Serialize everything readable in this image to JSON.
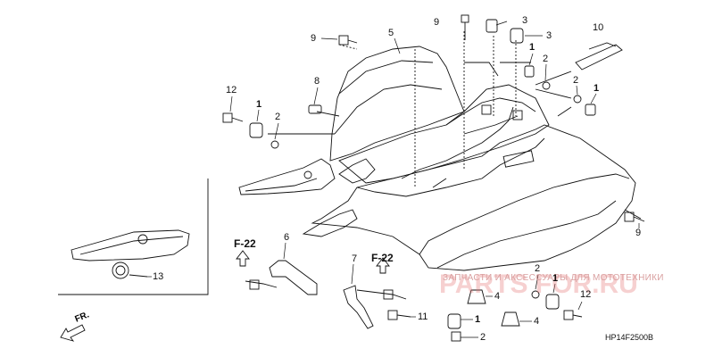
{
  "diagram": {
    "code": "HP14F2500B",
    "direction_label": "FR.",
    "frame_refs": [
      "F-22",
      "F-22"
    ],
    "callouts": [
      {
        "id": "c9a",
        "text": "9",
        "bold": false
      },
      {
        "id": "c5",
        "text": "5",
        "bold": false
      },
      {
        "id": "c9b",
        "text": "9",
        "bold": false
      },
      {
        "id": "c3a",
        "text": "3",
        "bold": false
      },
      {
        "id": "c3b",
        "text": "3",
        "bold": false
      },
      {
        "id": "c10",
        "text": "10",
        "bold": false
      },
      {
        "id": "c1a",
        "text": "1",
        "bold": true
      },
      {
        "id": "c2a",
        "text": "2",
        "bold": false
      },
      {
        "id": "c8",
        "text": "8",
        "bold": false
      },
      {
        "id": "c12a",
        "text": "12",
        "bold": false
      },
      {
        "id": "c1b",
        "text": "1",
        "bold": true
      },
      {
        "id": "c2b",
        "text": "2",
        "bold": false
      },
      {
        "id": "c2c",
        "text": "2",
        "bold": false
      },
      {
        "id": "c1c",
        "text": "1",
        "bold": true
      },
      {
        "id": "c9c",
        "text": "9",
        "bold": false
      },
      {
        "id": "c6",
        "text": "6",
        "bold": false
      },
      {
        "id": "c7",
        "text": "7",
        "bold": false
      },
      {
        "id": "c13",
        "text": "13",
        "bold": false
      },
      {
        "id": "c4a",
        "text": "4",
        "bold": false
      },
      {
        "id": "c1d",
        "text": "1",
        "bold": true
      },
      {
        "id": "c2d",
        "text": "2",
        "bold": false
      },
      {
        "id": "c11",
        "text": "11",
        "bold": false
      },
      {
        "id": "c4b",
        "text": "4",
        "bold": false
      },
      {
        "id": "c2e",
        "text": "2",
        "bold": false
      },
      {
        "id": "c1e",
        "text": "1",
        "bold": true
      },
      {
        "id": "c12b",
        "text": "12",
        "bold": false
      }
    ]
  },
  "watermark": {
    "tagline": "ЗАПЧАСТИ И АКСЕССУАРЫ ДЛЯ МОТОТЕХНИКИ",
    "brand": "PARTS FOR.RU"
  },
  "colors": {
    "line": "#111111",
    "watermark": "#e07878"
  }
}
